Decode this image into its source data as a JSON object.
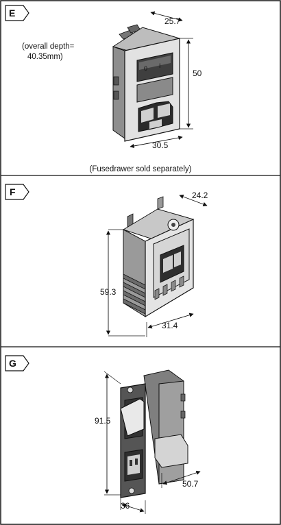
{
  "panels": [
    {
      "id": "E",
      "letter": "E",
      "note_lines": [
        "(overall depth=",
        "40.35mm)"
      ],
      "dimensions": [
        "25.7",
        "50",
        "30.5"
      ],
      "footer": "(Fusedrawer sold separately)",
      "switch_marks": [
        "0",
        "I"
      ]
    },
    {
      "id": "F",
      "letter": "F",
      "dimensions": [
        "24.2",
        "59.3",
        "31.4"
      ]
    },
    {
      "id": "G",
      "letter": "G",
      "dimensions": [
        "91.5",
        "50.7",
        "36"
      ]
    }
  ],
  "colors": {
    "body_light": "#d2d2d2",
    "body_mid": "#a9a9a9",
    "body_dark": "#555555",
    "line": "#111111"
  }
}
